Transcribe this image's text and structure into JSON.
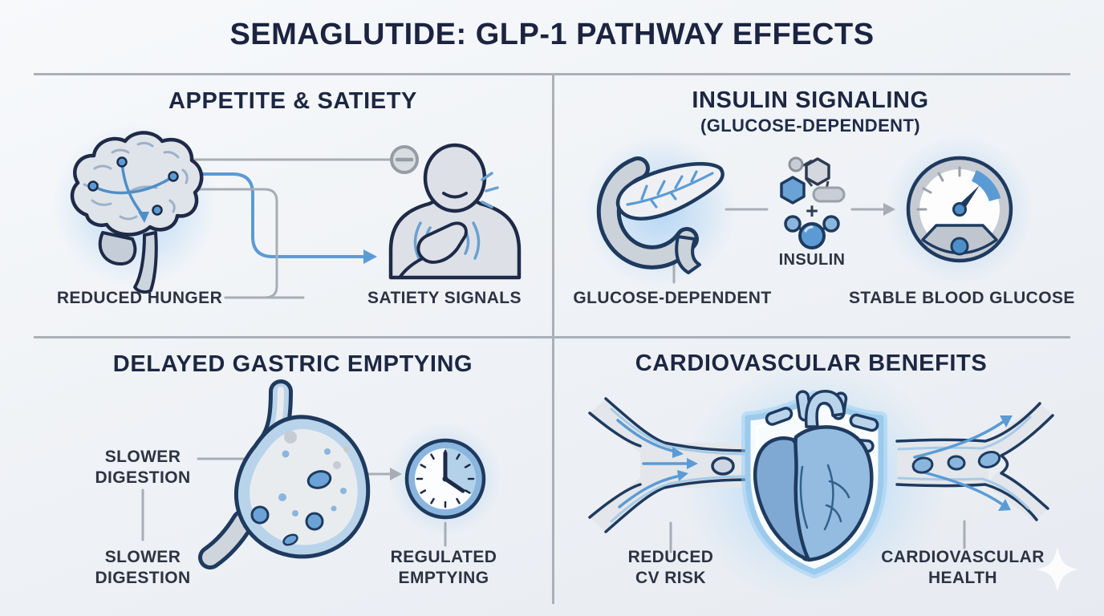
{
  "title": "SEMAGLUTIDE: GLP-1 PATHWAY EFFECTS",
  "sections": {
    "appetite": {
      "heading": "APPETITE & SATIETY",
      "label_left": "REDUCED HUNGER",
      "label_right": "SATIETY SIGNALS"
    },
    "insulin": {
      "heading": "INSULIN SIGNALING",
      "subheading": "(GLUCOSE-DEPENDENT)",
      "molecule_label": "INSULIN",
      "plus_sign": "+",
      "label_left": "GLUCOSE-DEPENDENT",
      "label_right": "STABLE BLOOD GLUCOSE"
    },
    "gastric": {
      "heading": "DELAYED GASTRIC EMPTYING",
      "label_top_left": "SLOWER DIGESTION",
      "label_bottom_left": "SLOWER DIGESTION",
      "label_right": "REGULATED EMPTYING"
    },
    "cardio": {
      "heading": "CARDIOVASCULAR BENEFITS",
      "label_left": "REDUCED CV RISK",
      "label_right": "CARDIOVASCULAR HEALTH"
    }
  },
  "icons": {
    "appetite": [
      "brain-icon",
      "inhibition-minus-icon",
      "person-satiety-icon"
    ],
    "insulin": [
      "pancreas-icon",
      "glucose-molecule-icon",
      "insulin-molecule-icon",
      "blood-glucose-gauge-icon"
    ],
    "gastric": [
      "stomach-icon",
      "clock-icon"
    ],
    "cardio": [
      "artery-narrowed-icon",
      "shield-heart-icon",
      "artery-healthy-icon",
      "sparkle-watermark-icon"
    ]
  },
  "colors": {
    "heading_navy": "#1c2742",
    "label_dark": "#2d3343",
    "accent_blue": "#5b9bd5",
    "light_blue": "#b9d4ea",
    "outline_navy": "#1e3a5f",
    "line_gray": "#a8adb5",
    "background": "#eef1f5"
  }
}
